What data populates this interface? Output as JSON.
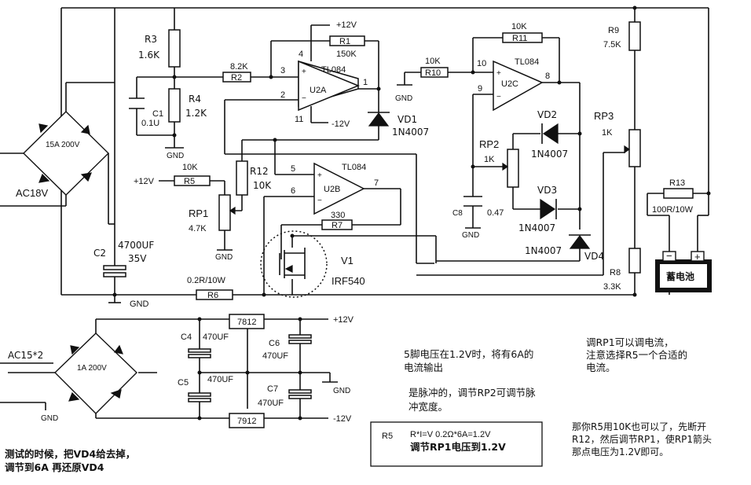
{
  "rails": {
    "pos12": "+12V",
    "neg12": "-12V",
    "pos12_top": "+12V",
    "pos12_rp": "+12V",
    "gnd": "GND"
  },
  "components": {
    "r3": {
      "ref": "R3",
      "value": "1.6K"
    },
    "r2": {
      "ref": "R2",
      "value": "8.2K"
    },
    "r1": {
      "ref": "R1",
      "value": "150K"
    },
    "r4": {
      "ref": "R4",
      "value": "1.2K"
    },
    "c1": {
      "ref": "C1",
      "value": "0.1U"
    },
    "u2a": {
      "ref": "U2A",
      "chip": "TL084",
      "pin4": "4",
      "pin3": "3",
      "pin2": "2",
      "pin11": "11",
      "pin1": "1"
    },
    "vd1": {
      "ref": "VD1",
      "part": "1N4007"
    },
    "r10": {
      "ref": "R10",
      "value": "10K"
    },
    "r11": {
      "ref": "R11",
      "value": "10K"
    },
    "u2c": {
      "ref": "U2C",
      "chip": "TL084",
      "pin10": "10",
      "pin9": "9",
      "pin8": "8"
    },
    "vd2": {
      "ref": "VD2",
      "part": "1N4007"
    },
    "vd3": {
      "ref": "VD3",
      "part": "1N4007"
    },
    "vd4": {
      "ref": "VD4",
      "part": "1N4007"
    },
    "rp2": {
      "ref": "RP2",
      "value": "1K"
    },
    "c8": {
      "ref": "C8",
      "value": "0.47"
    },
    "r9": {
      "ref": "R9",
      "value": "7.5K"
    },
    "rp3": {
      "ref": "RP3",
      "value": "1K"
    },
    "r13": {
      "ref": "R13",
      "value": "100R/10W"
    },
    "r8": {
      "ref": "R8",
      "value": "3.3K"
    },
    "battery": {
      "label": "蓄电池",
      "minus": "−",
      "plus": "+"
    },
    "r12": {
      "ref": "R12",
      "value": "10K"
    },
    "r5": {
      "ref": "R5",
      "value": "10K"
    },
    "rp1": {
      "ref": "RP1",
      "value": "4.7K"
    },
    "u2b": {
      "ref": "U2B",
      "chip": "TL084",
      "pin5": "5",
      "pin6": "6",
      "pin7": "7"
    },
    "r7": {
      "ref": "R7",
      "value": "330"
    },
    "v1": {
      "ref": "V1",
      "part": "IRF540"
    },
    "r6": {
      "ref": "R6",
      "value": "0.2R/10W"
    },
    "c2": {
      "ref": "C2",
      "value": "4700UF",
      "voltage": "35V"
    },
    "bridge1": {
      "rating": "15A 200V",
      "input": "AC18V"
    },
    "bridge2": {
      "rating": "1A 200V",
      "input": "AC15*2"
    },
    "reg_pos": {
      "ref": "7812"
    },
    "reg_neg": {
      "ref": "7912"
    },
    "c4": {
      "ref": "C4",
      "value": "470UF"
    },
    "c5": {
      "ref": "C5",
      "value": "470UF"
    },
    "c6": {
      "ref": "C6",
      "value": "470UF"
    },
    "c7": {
      "ref": "C7",
      "value": "470UF"
    }
  },
  "notes": {
    "pin5_line1": "5脚电压在1.2V时，将有6A的",
    "pin5_line2": "电流输出",
    "pulse_line1": "是脉冲的，调节RP2可调节脉",
    "pulse_line2": "冲宽度。",
    "rp1_line1": "调RP1可以调电流，",
    "rp1_line2": "注意选择R5一个合适的",
    "rp1_line3": "电流。",
    "r5_box_label": "R5",
    "r5_box_formula": "R*I=V  0.2Ω*6A=1.2V",
    "r5_box_adjust": "调节RP1电压到1.2V",
    "r12_line1": "那你R5用10K也可以了，先断开",
    "r12_line2": "R12，然后调节RP1，使RP1箭头",
    "r12_line3": "那点电压为1.2V即可。",
    "test_line1": "测试的时候，把VD4给去掉，",
    "test_line2": "调节到6A  再还原VD4"
  }
}
